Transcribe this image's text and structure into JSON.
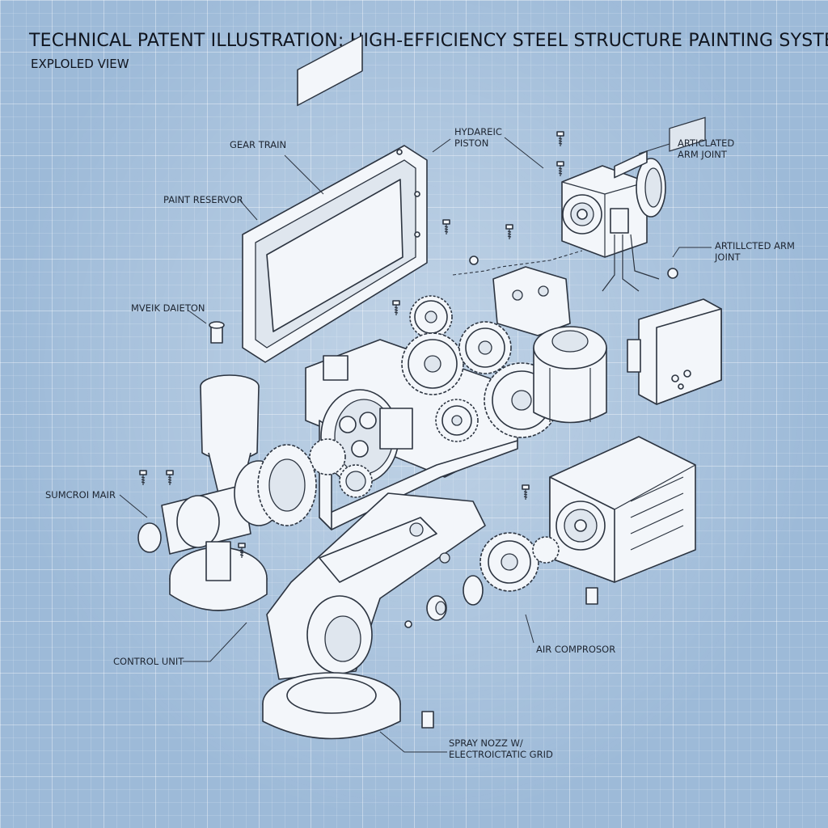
{
  "header": {
    "title": "TECHNICAL PATENT ILLUSTRATION: HIGH-EFFICIENCY STEEL STRUCTURE PAINTING SYSTEM",
    "subtitle": "EXPLOLED VIEW"
  },
  "labels": {
    "gear_train": "GEAR TRAIN",
    "hydraulic_piston": "HYDAREIC\nPISTON",
    "articulated_arm_joint_1": "ARTICLATED\nARM JOINT",
    "paint_reservoir": "PAINT RESERVOR",
    "articulated_arm_joint_2": "ARTILLCTED ARM\nJOINT",
    "mixer_dampener": "MVEIK DAIETON",
    "suncro_mair": "SUMCROI MAIR",
    "control_unit": "CONTROL UNIT",
    "air_compressor": "AIR COMPROSOR",
    "spray_nozzle": "SPRAY NOZZ W/\nELECTROICTATIC GRID"
  },
  "colors": {
    "background": "#9dbad8",
    "ink": "#2c3440",
    "part_fill": "#f3f6fa"
  }
}
